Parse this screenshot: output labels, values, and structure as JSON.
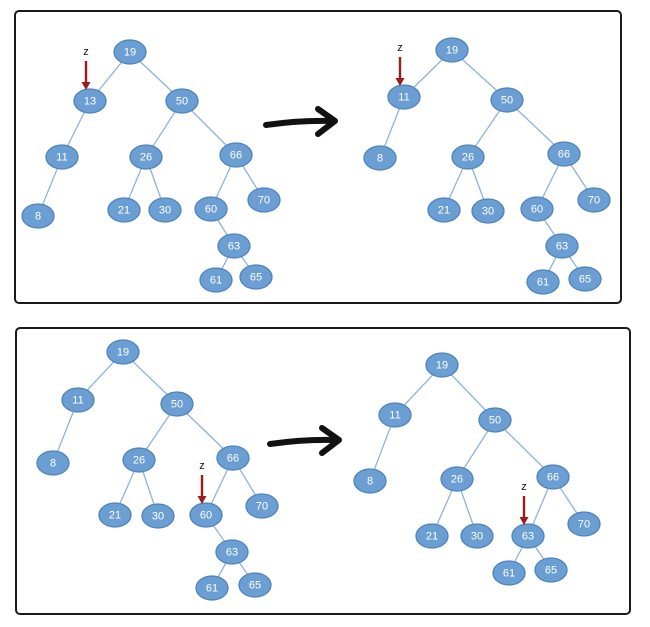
{
  "colors": {
    "node_fill": "#6b9fd4",
    "node_stroke": "#4f84bb",
    "edge": "#8fb3d9",
    "pointer": "#9b1c1c",
    "arrow": "#111111"
  },
  "pointer_label": "z",
  "trees": [
    {
      "id": "panel1-before",
      "nodes": [
        {
          "id": "n19",
          "label": "19"
        },
        {
          "id": "n13",
          "label": "13"
        },
        {
          "id": "n50",
          "label": "50"
        },
        {
          "id": "n11",
          "label": "11"
        },
        {
          "id": "n8",
          "label": "8"
        },
        {
          "id": "n26",
          "label": "26"
        },
        {
          "id": "n66",
          "label": "66"
        },
        {
          "id": "n21",
          "label": "21"
        },
        {
          "id": "n30",
          "label": "30"
        },
        {
          "id": "n60",
          "label": "60"
        },
        {
          "id": "n70",
          "label": "70"
        },
        {
          "id": "n63",
          "label": "63"
        },
        {
          "id": "n61",
          "label": "61"
        },
        {
          "id": "n65",
          "label": "65"
        }
      ],
      "edges": [
        [
          "n19",
          "n13"
        ],
        [
          "n19",
          "n50"
        ],
        [
          "n13",
          "n11"
        ],
        [
          "n11",
          "n8"
        ],
        [
          "n50",
          "n26"
        ],
        [
          "n50",
          "n66"
        ],
        [
          "n26",
          "n21"
        ],
        [
          "n26",
          "n30"
        ],
        [
          "n66",
          "n60"
        ],
        [
          "n66",
          "n70"
        ],
        [
          "n60",
          "n63"
        ],
        [
          "n63",
          "n61"
        ],
        [
          "n63",
          "n65"
        ]
      ],
      "pointer_at": "n13"
    },
    {
      "id": "panel1-after",
      "nodes": [
        {
          "id": "n19",
          "label": "19"
        },
        {
          "id": "n11",
          "label": "11"
        },
        {
          "id": "n50",
          "label": "50"
        },
        {
          "id": "n8",
          "label": "8"
        },
        {
          "id": "n26",
          "label": "26"
        },
        {
          "id": "n66",
          "label": "66"
        },
        {
          "id": "n21",
          "label": "21"
        },
        {
          "id": "n30",
          "label": "30"
        },
        {
          "id": "n60",
          "label": "60"
        },
        {
          "id": "n70",
          "label": "70"
        },
        {
          "id": "n63",
          "label": "63"
        },
        {
          "id": "n61",
          "label": "61"
        },
        {
          "id": "n65",
          "label": "65"
        }
      ],
      "edges": [
        [
          "n19",
          "n11"
        ],
        [
          "n19",
          "n50"
        ],
        [
          "n11",
          "n8"
        ],
        [
          "n50",
          "n26"
        ],
        [
          "n50",
          "n66"
        ],
        [
          "n26",
          "n21"
        ],
        [
          "n26",
          "n30"
        ],
        [
          "n66",
          "n60"
        ],
        [
          "n66",
          "n70"
        ],
        [
          "n60",
          "n63"
        ],
        [
          "n63",
          "n61"
        ],
        [
          "n63",
          "n65"
        ]
      ],
      "pointer_at": "n11"
    },
    {
      "id": "panel2-before",
      "nodes": [
        {
          "id": "n19",
          "label": "19"
        },
        {
          "id": "n11",
          "label": "11"
        },
        {
          "id": "n50",
          "label": "50"
        },
        {
          "id": "n8",
          "label": "8"
        },
        {
          "id": "n26",
          "label": "26"
        },
        {
          "id": "n66",
          "label": "66"
        },
        {
          "id": "n21",
          "label": "21"
        },
        {
          "id": "n30",
          "label": "30"
        },
        {
          "id": "n60",
          "label": "60"
        },
        {
          "id": "n70",
          "label": "70"
        },
        {
          "id": "n63",
          "label": "63"
        },
        {
          "id": "n61",
          "label": "61"
        },
        {
          "id": "n65",
          "label": "65"
        }
      ],
      "edges": [
        [
          "n19",
          "n11"
        ],
        [
          "n19",
          "n50"
        ],
        [
          "n11",
          "n8"
        ],
        [
          "n50",
          "n26"
        ],
        [
          "n50",
          "n66"
        ],
        [
          "n26",
          "n21"
        ],
        [
          "n26",
          "n30"
        ],
        [
          "n66",
          "n60"
        ],
        [
          "n66",
          "n70"
        ],
        [
          "n60",
          "n63"
        ],
        [
          "n63",
          "n61"
        ],
        [
          "n63",
          "n65"
        ]
      ],
      "pointer_at": "n60"
    },
    {
      "id": "panel2-after",
      "nodes": [
        {
          "id": "n19",
          "label": "19"
        },
        {
          "id": "n11",
          "label": "11"
        },
        {
          "id": "n50",
          "label": "50"
        },
        {
          "id": "n8",
          "label": "8"
        },
        {
          "id": "n26",
          "label": "26"
        },
        {
          "id": "n66",
          "label": "66"
        },
        {
          "id": "n21",
          "label": "21"
        },
        {
          "id": "n30",
          "label": "30"
        },
        {
          "id": "n63",
          "label": "63"
        },
        {
          "id": "n70",
          "label": "70"
        },
        {
          "id": "n61",
          "label": "61"
        },
        {
          "id": "n65",
          "label": "65"
        }
      ],
      "edges": [
        [
          "n19",
          "n11"
        ],
        [
          "n19",
          "n50"
        ],
        [
          "n11",
          "n8"
        ],
        [
          "n50",
          "n26"
        ],
        [
          "n50",
          "n66"
        ],
        [
          "n26",
          "n21"
        ],
        [
          "n26",
          "n30"
        ],
        [
          "n66",
          "n63"
        ],
        [
          "n66",
          "n70"
        ],
        [
          "n63",
          "n61"
        ],
        [
          "n63",
          "n65"
        ]
      ],
      "pointer_at": "n63"
    }
  ]
}
